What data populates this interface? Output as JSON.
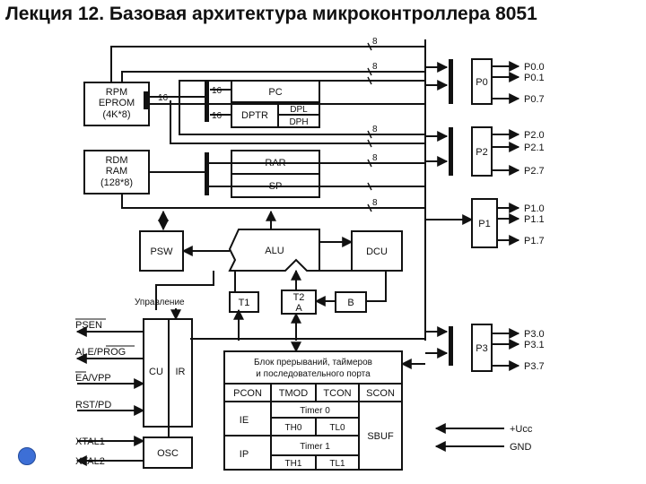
{
  "title": "Лекция 12. Базовая архитектура микроконтроллера 8051",
  "blocks": {
    "rom_line1": "RPM",
    "rom_line2": "EPROM",
    "rom_line3": "(4K*8)",
    "ram_line1": "RDM",
    "ram_line2": "RAM",
    "ram_line3": "(128*8)",
    "pc": "PC",
    "dptr": "DPTR",
    "dpl": "DPL",
    "dph": "DPH",
    "rar": "RAR",
    "sp": "SP",
    "psw": "PSW",
    "alu": "ALU",
    "dcu": "DCU",
    "t1": "T1",
    "t2_line1": "T2",
    "t2_line2": "A",
    "b": "B",
    "control": "Управление",
    "cu": "CU",
    "ir": "IR",
    "osc": "OSC",
    "irq_line1": "Блок прерываний, таймеров",
    "irq_line2": "и последовательного порта",
    "pcon": "PCON",
    "tmod": "TMOD",
    "tcon": "TCON",
    "scon": "SCON",
    "ie": "IE",
    "ip": "IP",
    "timer0": "Timer 0",
    "timer1": "Timer 1",
    "th0": "TH0",
    "tl0": "TL0",
    "th1": "TH1",
    "tl1": "TL1",
    "sbuf": "SBUF"
  },
  "ports": {
    "p0": "P0",
    "p0_0": "P0.0",
    "p0_1": "P0.1",
    "p0_7": "P0.7",
    "p2": "P2",
    "p2_0": "P2.0",
    "p2_1": "P2.1",
    "p2_7": "P2.7",
    "p1": "P1",
    "p1_0": "P1.0",
    "p1_1": "P1.1",
    "p1_7": "P1.7",
    "p3": "P3",
    "p3_0": "P3.0",
    "p3_1": "P3.1",
    "p3_7": "P3.7"
  },
  "signals": {
    "psen": "PSEN",
    "ale_prog": "ALE/PROG",
    "ea_vpp": "EA/VPP",
    "rst_pd": "RST/PD",
    "xtal1": "XTAL1",
    "xtal2": "XTAL2",
    "vcc": "+Ucc",
    "gnd": "GND"
  },
  "bus_labels": {
    "width8": "8",
    "width16": "16"
  }
}
